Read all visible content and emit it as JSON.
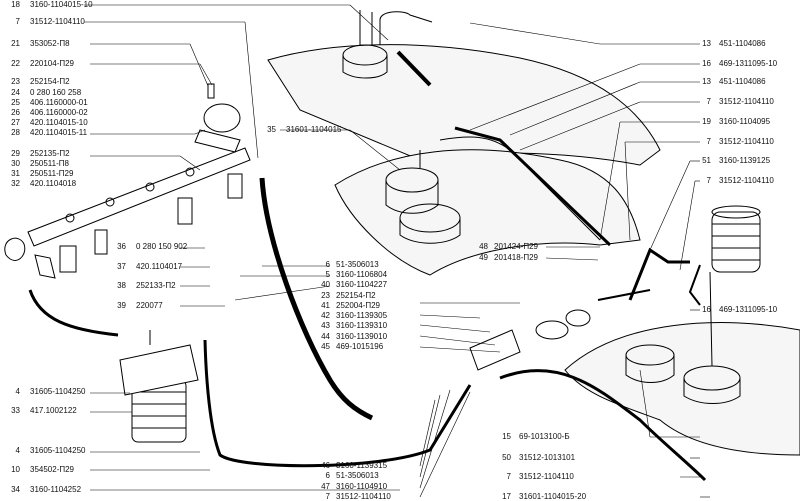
{
  "line_color": "#000000",
  "sheet_color": "#111111",
  "left": [
    {
      "num": "18",
      "code": "3160-1104015-10"
    },
    {
      "num": "7",
      "code": "31512-1104110"
    },
    {
      "num": "21",
      "code": "353052-П8"
    },
    {
      "num": "22",
      "code": "220104-П29"
    },
    {
      "num": "23",
      "code": "252154-П2"
    },
    {
      "num": "24",
      "code": "0 280 160 258"
    },
    {
      "num": "25",
      "code": "406.1160000-01"
    },
    {
      "num": "26",
      "code": "406.1160000-02"
    },
    {
      "num": "27",
      "code": "420.1104015-10"
    },
    {
      "num": "28",
      "code": "420.1104015-11"
    },
    {
      "num": "29",
      "code": "252135-П2"
    },
    {
      "num": "30",
      "code": "250511-П8"
    },
    {
      "num": "31",
      "code": "250511-П29"
    },
    {
      "num": "32",
      "code": "420.1104018"
    },
    {
      "num": "4",
      "code": "31605-1104250"
    },
    {
      "num": "33",
      "code": "417.1002122"
    },
    {
      "num": "4",
      "code": "31605-1104250"
    },
    {
      "num": "10",
      "code": "354502-П29"
    },
    {
      "num": "34",
      "code": "3160-1104252"
    }
  ],
  "mid_left": [
    {
      "num": "36",
      "code": "0 280 150 902"
    },
    {
      "num": "37",
      "code": "420.1104017"
    },
    {
      "num": "38",
      "code": "252133-П2"
    },
    {
      "num": "39",
      "code": "220077"
    }
  ],
  "center": [
    {
      "num": "35",
      "code": "31601-1104015"
    },
    {
      "num": "6",
      "code": "51-3506013"
    },
    {
      "num": "5",
      "code": "3160-1106804"
    },
    {
      "num": "40",
      "code": "3160-1104227"
    },
    {
      "num": "23",
      "code": "252154-П2"
    },
    {
      "num": "41",
      "code": "252004-П29"
    },
    {
      "num": "42",
      "code": "3160-1139305"
    },
    {
      "num": "43",
      "code": "3160-1139310"
    },
    {
      "num": "44",
      "code": "3160-1139010"
    },
    {
      "num": "45",
      "code": "469-1015196"
    },
    {
      "num": "48",
      "code": "201424-П29"
    },
    {
      "num": "49",
      "code": "201418-П29"
    },
    {
      "num": "46",
      "code": "3160-1139315"
    },
    {
      "num": "6",
      "code": "51-3506013"
    },
    {
      "num": "47",
      "code": "3160-1104910"
    },
    {
      "num": "7",
      "code": "31512-1104110"
    }
  ],
  "right": [
    {
      "num": "13",
      "code": "451-1104086"
    },
    {
      "num": "16",
      "code": "469-1311095-10"
    },
    {
      "num": "13",
      "code": "451-1104086"
    },
    {
      "num": "7",
      "code": "31512-1104110"
    },
    {
      "num": "19",
      "code": "3160-1104095"
    },
    {
      "num": "7",
      "code": "31512-1104110"
    },
    {
      "num": "51",
      "code": "3160-1139125"
    },
    {
      "num": "7",
      "code": "31512-1104110"
    },
    {
      "num": "16",
      "code": "469-1311095-10"
    },
    {
      "num": "15",
      "code": "69-1013100-Б"
    },
    {
      "num": "50",
      "code": "31512-1013101"
    },
    {
      "num": "7",
      "code": "31512-1104110"
    },
    {
      "num": "17",
      "code": "31601-1104015-20"
    }
  ]
}
